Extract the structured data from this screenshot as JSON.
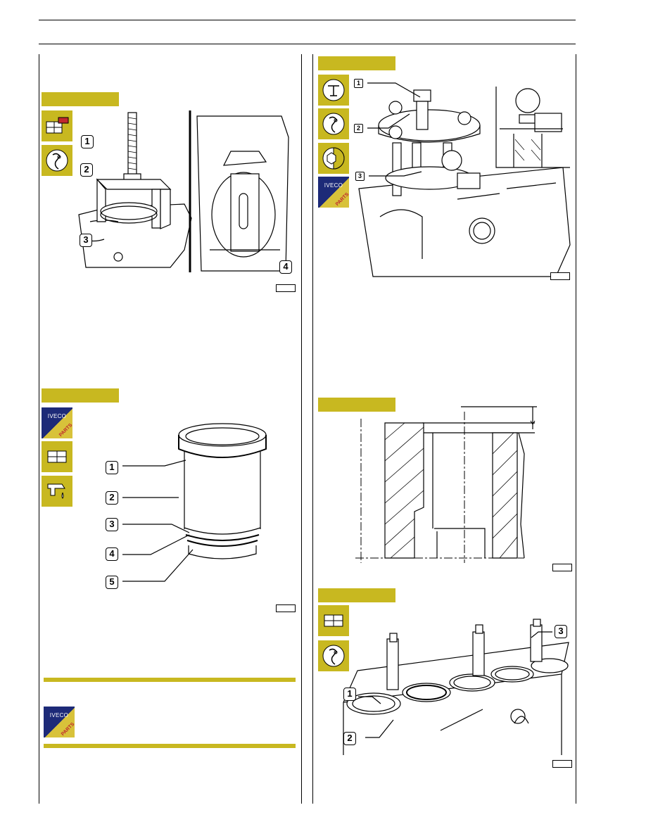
{
  "colors": {
    "accent_gold": "#c8b820",
    "iveco_blue": "#1d2a78",
    "parts_red": "#c0282d"
  },
  "icons": {
    "disassembly": "disassembly-icon",
    "tool": "special-tool-icon",
    "measure": "measure-icon",
    "assembly": "assembly-icon",
    "lubricate": "lubricate-icon",
    "tighten": "tighten-torque-icon",
    "iveco_parts": "iveco-parts-logo"
  },
  "iveco_logo": {
    "brand": "IVECO",
    "parts": "PARTS"
  },
  "fig_top_left": {
    "callouts": [
      "1",
      "2",
      "3",
      "4"
    ]
  },
  "fig_top_right": {
    "callouts": [
      "1",
      "2",
      "3"
    ]
  },
  "fig_mid_left": {
    "callouts": [
      "1",
      "2",
      "3",
      "4",
      "5"
    ]
  },
  "fig_bottom_right": {
    "callouts": [
      "1",
      "2",
      "3"
    ]
  }
}
